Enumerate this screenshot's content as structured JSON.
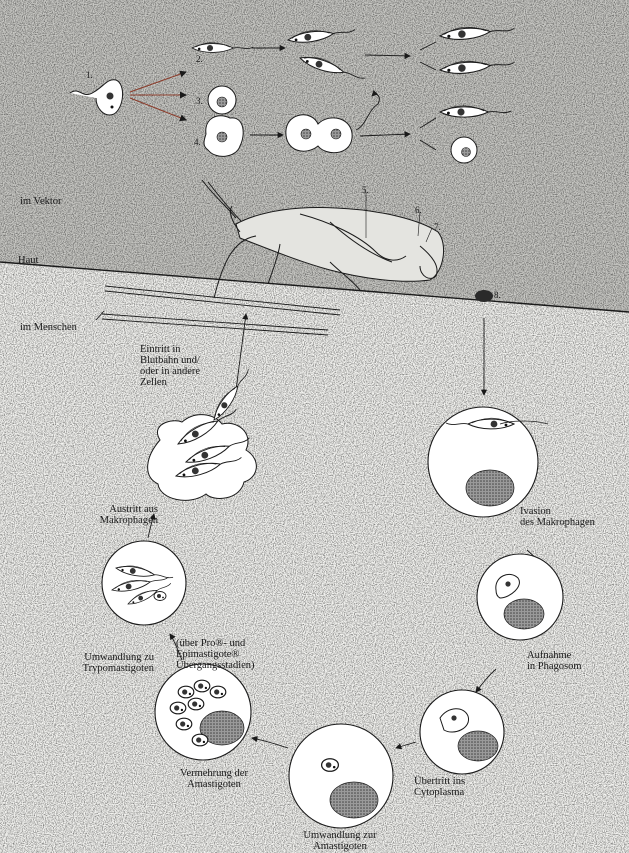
{
  "regions": {
    "vector": "im Vektor",
    "skin": "Haut",
    "human": "im Menschen"
  },
  "stage_numbers": [
    "1.",
    "2.",
    "3.",
    "4.",
    "5.",
    "6.",
    "7.",
    "8."
  ],
  "steps": {
    "entry": [
      "Eintritt in",
      "Blutbahn und/",
      "oder in andere",
      "Zellen"
    ],
    "invasion": [
      "Ivasion",
      "des Makrophagen"
    ],
    "uptake": [
      "Aufnahme",
      "in Phagosom"
    ],
    "cytoplasm": [
      "Übertritt ins",
      "Cytoplasma"
    ],
    "to_amastigote": [
      "Umwandlung zur",
      "Amastigoten"
    ],
    "multiplication": [
      "Vermehrung der",
      "Amastigoten"
    ],
    "to_trypomastigote": [
      "Umwandlung zu",
      "Trypomastigoten"
    ],
    "intermediate": [
      "(über Pro®- und",
      "Epimastigote®",
      "Übergangsstadien)"
    ],
    "exit": [
      "Austritt aus",
      "Makrophagen"
    ]
  },
  "colors": {
    "ink": "#1a1a1a",
    "vector_bg": "#c9c9c5",
    "human_bg": "#f4f4f1"
  }
}
